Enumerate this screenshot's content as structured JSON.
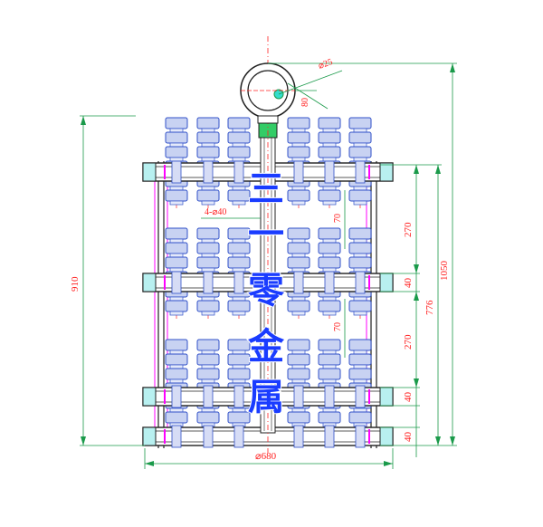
{
  "drawing": {
    "watermark": [
      "三",
      "一",
      "零",
      "金",
      "属"
    ],
    "dimensions": {
      "ring_diameter": "⌀25",
      "ring_height": "80",
      "holes": "4-⌀40",
      "outer_diameter": "⌀680",
      "total_left": "910",
      "total_right": "1050",
      "inner_right": "776",
      "gap_top": "270",
      "gap_bottom": "270",
      "plate_1": "40",
      "plate_2": "40",
      "plate_3": "40",
      "spacing_top": "70",
      "spacing_bottom": "70"
    },
    "colors": {
      "dimension_line": "#1a9a4a",
      "dimension_text": "#ff2222",
      "insulator_fill": "#c8d2f2",
      "insulator_stroke": "#3050c8",
      "plate": "#202020",
      "watermark": "#1a3cff",
      "marker": "#ff00ff"
    }
  }
}
